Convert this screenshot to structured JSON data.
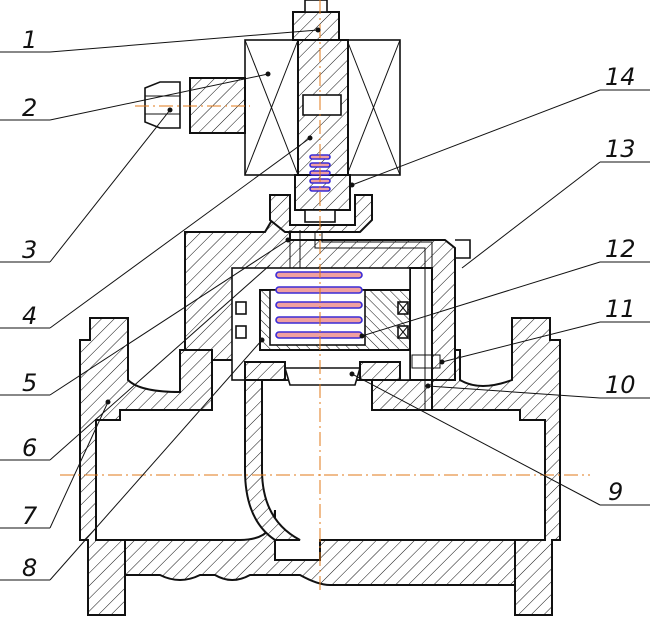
{
  "callouts": [
    {
      "id": 1,
      "label": "1"
    },
    {
      "id": 2,
      "label": "2"
    },
    {
      "id": 3,
      "label": "3"
    },
    {
      "id": 4,
      "label": "4"
    },
    {
      "id": 5,
      "label": "5"
    },
    {
      "id": 6,
      "label": "6"
    },
    {
      "id": 7,
      "label": "7"
    },
    {
      "id": 8,
      "label": "8"
    },
    {
      "id": 9,
      "label": "9"
    },
    {
      "id": 10,
      "label": "10"
    },
    {
      "id": 11,
      "label": "11"
    },
    {
      "id": 12,
      "label": "12"
    },
    {
      "id": 13,
      "label": "13"
    },
    {
      "id": 14,
      "label": "14"
    }
  ],
  "colors": {
    "outline": "#111111",
    "centerline": "#e07a1a",
    "spring": "#3a2bd6",
    "spring_fill": "#f0a0a0"
  }
}
